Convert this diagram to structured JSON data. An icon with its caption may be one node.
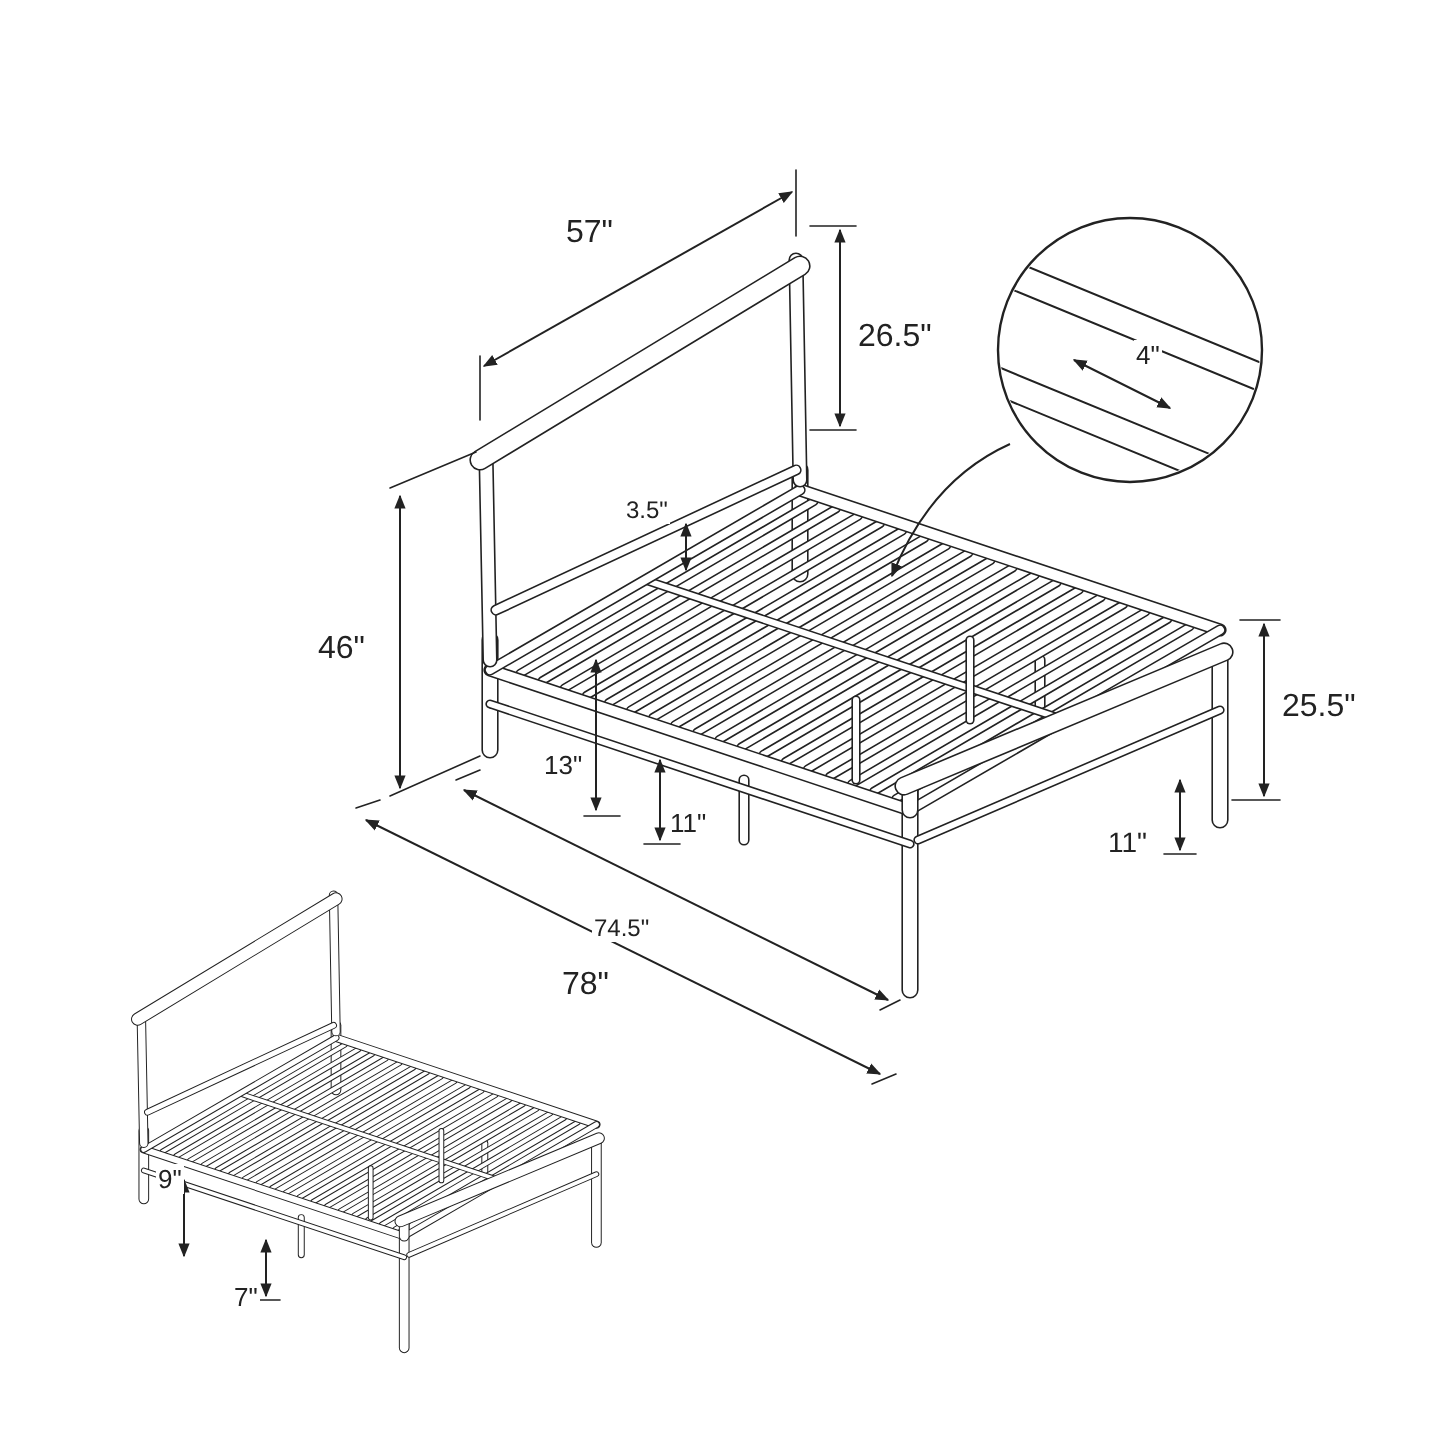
{
  "diagram": {
    "labels": [
      "57\"",
      "26.5\"",
      "4\"",
      "3.5\"",
      "46\"",
      "25.5\"",
      "13\"",
      "11\"",
      "11\"",
      "74.5\"",
      "78\"",
      "9\"",
      "7\""
    ]
  }
}
